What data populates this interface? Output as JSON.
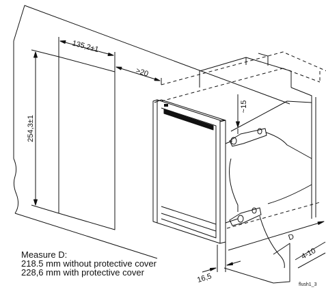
{
  "dimensions": {
    "cutout_width": "135,2±1",
    "cutout_height": "254,3±1",
    "min_spacing": ">20",
    "top_clearance": "~15",
    "front_depth": "16,5",
    "panel_thickness": "4-10",
    "depth": "D"
  },
  "measure_note": {
    "heading": "Measure D:",
    "line_1": "218.5 mm without protective cover",
    "line_2": "228,6 mm with protective cover"
  },
  "figure_tag": "flush1_3"
}
